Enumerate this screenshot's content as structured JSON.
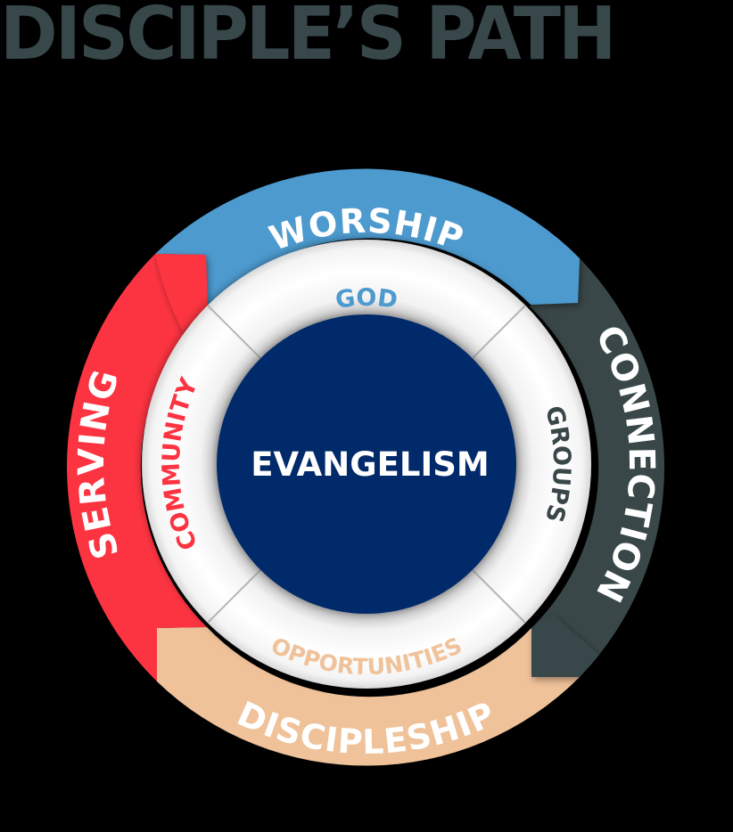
{
  "title": "DISCIPLE’S PATH",
  "center": {
    "label": "EVANGELISM",
    "color": "#002b69"
  },
  "outer_ring": [
    {
      "label": "WORSHIP",
      "color": "#4d9acf",
      "text_color": "#ffffff"
    },
    {
      "label": "CONNECTION",
      "color": "#394748",
      "text_color": "#ffffff"
    },
    {
      "label": "DISCIPLESHIP",
      "color": "#f0c29a",
      "text_color": "#ffffff"
    },
    {
      "label": "SERVING",
      "color": "#fc3441",
      "text_color": "#ffffff"
    }
  ],
  "inner_ring": [
    {
      "label": "GOD",
      "color": "#4d9acf"
    },
    {
      "label": "GROUPS",
      "color": "#394748"
    },
    {
      "label": "OPPORTUNITIES",
      "color": "#f0c29a"
    },
    {
      "label": "COMMUNITY",
      "color": "#fc3441"
    }
  ],
  "colors": {
    "background": "#000000",
    "title": "#37474a",
    "inner_ring": "#ffffff"
  }
}
